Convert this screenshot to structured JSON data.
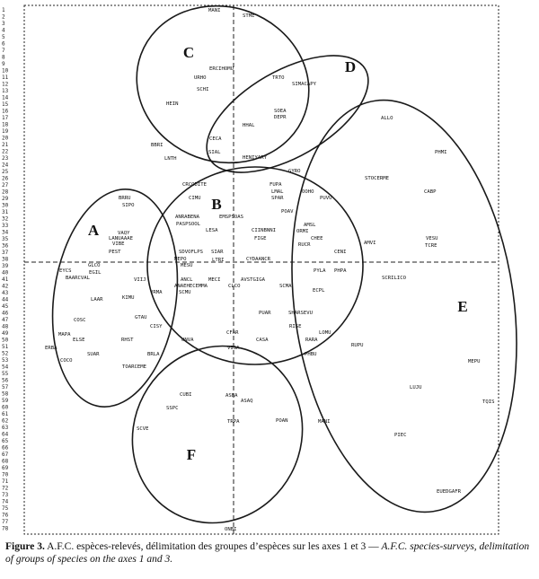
{
  "figure": {
    "row_labels": [
      "1",
      "2",
      "3",
      "4",
      "5",
      "6",
      "7",
      "8",
      "9",
      "10",
      "11",
      "12",
      "13",
      "14",
      "15",
      "16",
      "17",
      "18",
      "19",
      "20",
      "21",
      "22",
      "23",
      "24",
      "25",
      "26",
      "27",
      "28",
      "29",
      "30",
      "31",
      "32",
      "33",
      "34",
      "35",
      "36",
      "37",
      "38",
      "39",
      "40",
      "41",
      "42",
      "43",
      "44",
      "45",
      "46",
      "47",
      "48",
      "49",
      "50",
      "51",
      "52",
      "53",
      "54",
      "55",
      "56",
      "57",
      "58",
      "59",
      "60",
      "61",
      "62",
      "63",
      "64",
      "65",
      "66",
      "67",
      "68",
      "69",
      "70",
      "71",
      "72",
      "73",
      "74",
      "75",
      "76",
      "77",
      "78"
    ],
    "group_labels": [
      {
        "id": "A",
        "label": "A"
      },
      {
        "id": "B",
        "label": "B"
      },
      {
        "id": "C",
        "label": "C"
      },
      {
        "id": "D",
        "label": "D"
      },
      {
        "id": "E",
        "label": "E"
      },
      {
        "id": "F",
        "label": "F"
      }
    ],
    "species": [
      {
        "code": "MANI"
      },
      {
        "code": "STME"
      },
      {
        "code": "ERCIHOMU"
      },
      {
        "code": "URHO"
      },
      {
        "code": "SCHI"
      },
      {
        "code": "HEIN"
      },
      {
        "code": "TRTO"
      },
      {
        "code": "SIMACAPY"
      },
      {
        "code": "SOEA"
      },
      {
        "code": "DEPR"
      },
      {
        "code": "HHAL"
      },
      {
        "code": "CECA"
      },
      {
        "code": "BBRI"
      },
      {
        "code": "SIAL"
      },
      {
        "code": "LNTH"
      },
      {
        "code": "HENIYARY"
      },
      {
        "code": "GYRO"
      },
      {
        "code": "ALLO"
      },
      {
        "code": "PHMI"
      },
      {
        "code": "STOCERME"
      },
      {
        "code": "CABP"
      },
      {
        "code": "CRCODITE"
      },
      {
        "code": "FUPA"
      },
      {
        "code": "BRRU"
      },
      {
        "code": "CIMU"
      },
      {
        "code": "LMAL"
      },
      {
        "code": "SPAR"
      },
      {
        "code": "OOHO"
      },
      {
        "code": "PUVU"
      },
      {
        "code": "SIPO"
      },
      {
        "code": "POAV"
      },
      {
        "code": "ANRABENA"
      },
      {
        "code": "EMSPSOAS"
      },
      {
        "code": "PASPSOOL"
      },
      {
        "code": "AMSL"
      },
      {
        "code": "LESA"
      },
      {
        "code": "CIINBNNI"
      },
      {
        "code": "ORMI"
      },
      {
        "code": "VAQY"
      },
      {
        "code": "LANUAAAE"
      },
      {
        "code": "FIGE"
      },
      {
        "code": "VIBE"
      },
      {
        "code": "CHEE"
      },
      {
        "code": "AMVI"
      },
      {
        "code": "VESU"
      },
      {
        "code": "RUCR"
      },
      {
        "code": "TCRE"
      },
      {
        "code": "SDVOFLPS"
      },
      {
        "code": "SIAR"
      },
      {
        "code": "CENI"
      },
      {
        "code": "PEST"
      },
      {
        "code": "MEPO"
      },
      {
        "code": "LTRI"
      },
      {
        "code": "CYDAANCR"
      },
      {
        "code": "MESU"
      },
      {
        "code": "GLCO"
      },
      {
        "code": "PYLA"
      },
      {
        "code": "PHPA"
      },
      {
        "code": "EYCS"
      },
      {
        "code": "EGIL"
      },
      {
        "code": "SCRILICO"
      },
      {
        "code": "BAARCVAL"
      },
      {
        "code": "VIIJ"
      },
      {
        "code": "ANCL"
      },
      {
        "code": "MECI"
      },
      {
        "code": "AVSTGIGA"
      },
      {
        "code": "SCMA"
      },
      {
        "code": "ANAEHECEMMA"
      },
      {
        "code": "ECPL"
      },
      {
        "code": "KIMU"
      },
      {
        "code": "VRMA"
      },
      {
        "code": "SCMU"
      },
      {
        "code": "CLCO"
      },
      {
        "code": "LAAR"
      },
      {
        "code": "GTAU"
      },
      {
        "code": "PUAR"
      },
      {
        "code": "SHARSEVU"
      },
      {
        "code": "COSC"
      },
      {
        "code": "CISY"
      },
      {
        "code": "RISE"
      },
      {
        "code": "MAPA"
      },
      {
        "code": "CFAR"
      },
      {
        "code": "LOMU"
      },
      {
        "code": "ELSE"
      },
      {
        "code": "RHST"
      },
      {
        "code": "UNVA"
      },
      {
        "code": "CASA"
      },
      {
        "code": "RARA"
      },
      {
        "code": "RUPU"
      },
      {
        "code": "ERBA"
      },
      {
        "code": "VISA"
      },
      {
        "code": "SUAR"
      },
      {
        "code": "BRLA"
      },
      {
        "code": "PHBU"
      },
      {
        "code": "MEPU"
      },
      {
        "code": "COCO"
      },
      {
        "code": "TOARCEME"
      },
      {
        "code": "LUJU"
      },
      {
        "code": "CUBI"
      },
      {
        "code": "ASBA"
      },
      {
        "code": "ASAQ"
      },
      {
        "code": "SSPC"
      },
      {
        "code": "TRPA"
      },
      {
        "code": "POAN"
      },
      {
        "code": "MANI"
      },
      {
        "code": "TQIS"
      },
      {
        "code": "SCVE"
      },
      {
        "code": "PIEC"
      },
      {
        "code": "EUEDGAFR"
      },
      {
        "code": "ONBI"
      }
    ]
  },
  "caption": {
    "label": "Figure 3.",
    "french": " A.F.C. espèces-relevés, délimitation des groupes d’espèces sur les axes 1 et 3 — ",
    "english": "A.F.C. species-surveys, delimitation of groups of species on the axes 1 and 3."
  }
}
